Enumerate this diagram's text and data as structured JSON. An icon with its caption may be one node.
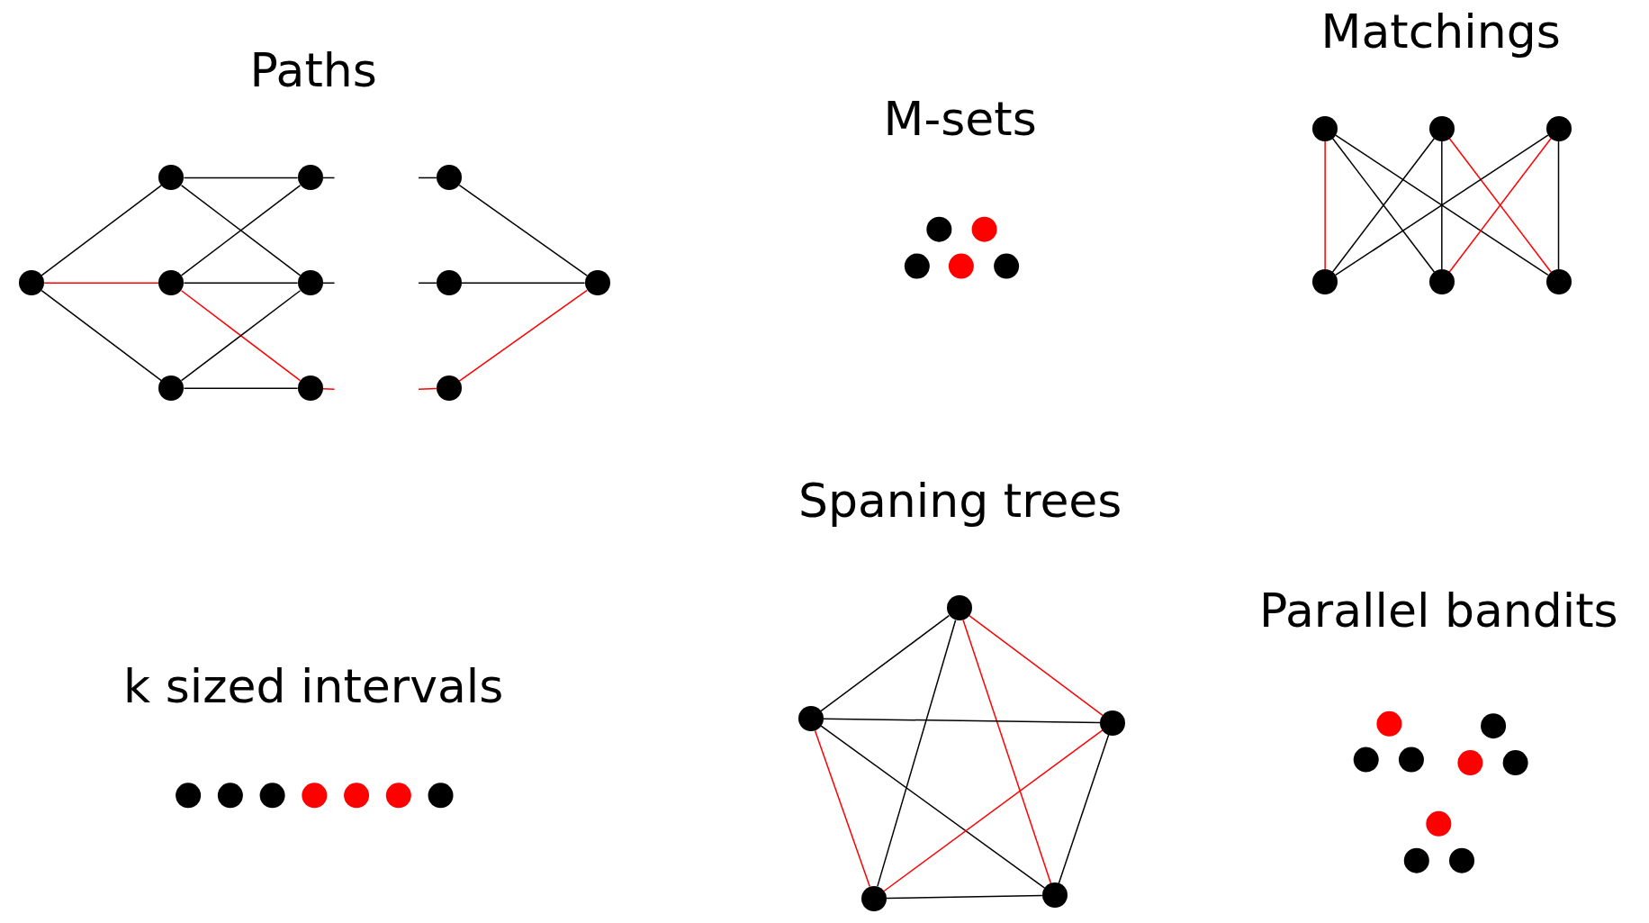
{
  "diagram": {
    "nodes": [
      {
        "text": [],
        "shape": "circle"
      },
      {
        "text": [],
        "shape": "circle"
      },
      {
        "text": [],
        "shape": "circle"
      },
      {
        "text": [],
        "shape": "circle"
      },
      {
        "text": [],
        "shape": "circle"
      },
      {
        "text": [],
        "shape": "circle"
      },
      {
        "text": [],
        "shape": "circle"
      },
      {
        "text": [],
        "shape": "circle"
      },
      {
        "text": [],
        "shape": "circle"
      },
      {
        "text": [],
        "shape": "circle"
      },
      {
        "text": [],
        "shape": "circle"
      },
      {
        "text": [],
        "shape": "circle"
      },
      {
        "text": [],
        "shape": "circle"
      },
      {
        "text": [],
        "shape": "circle"
      },
      {
        "text": [],
        "shape": "circle"
      },
      {
        "text": [],
        "shape": "circle"
      },
      {
        "text": [],
        "shape": "circle"
      },
      {
        "text": [],
        "shape": "circle"
      },
      {
        "text": [],
        "shape": "circle"
      },
      {
        "text": [],
        "shape": "circle"
      },
      {
        "text": [],
        "shape": "circle"
      },
      {
        "text": [],
        "shape": "circle"
      }
    ],
    "edges": [
      {
        "from": 0,
        "to": 1,
        "arrow": "none"
      },
      {
        "from": 0,
        "to": 2,
        "arrow": "none",
        "color": "#ff0000"
      },
      {
        "from": 0,
        "to": 3,
        "arrow": "none"
      },
      {
        "from": 1,
        "to": 4,
        "arrow": "none"
      },
      {
        "from": 1,
        "to": 5,
        "arrow": "none"
      },
      {
        "from": 2,
        "to": 4,
        "arrow": "none"
      },
      {
        "from": 2,
        "to": 5,
        "arrow": "none"
      },
      {
        "from": 2,
        "to": 6,
        "arrow": "none",
        "color": "#ff0000"
      },
      {
        "from": 3,
        "to": 5,
        "arrow": "none"
      },
      {
        "from": 3,
        "to": 6,
        "arrow": "none"
      },
      {
        "from": 4,
        "to": null,
        "arrow": "none"
      },
      {
        "from": 5,
        "to": null,
        "arrow": "none"
      },
      {
        "from": 6,
        "to": null,
        "arrow": "none",
        "color": "#ff0000"
      },
      {
        "from": null,
        "to": 7,
        "arrow": "none"
      },
      {
        "from": null,
        "to": 8,
        "arrow": "none"
      },
      {
        "from": null,
        "to": 9,
        "arrow": "none",
        "color": "#ff0000"
      },
      {
        "from": 7,
        "to": 10,
        "arrow": "none"
      },
      {
        "from": 8,
        "to": 10,
        "arrow": "none"
      },
      {
        "from": 9,
        "to": 10,
        "arrow": "none",
        "color": "#ff0000"
      },
      {
        "from": 11,
        "to": 14,
        "arrow": "none",
        "color": "#ff0000"
      },
      {
        "from": 11,
        "to": 15,
        "arrow": "none"
      },
      {
        "from": 11,
        "to": 16,
        "arrow": "none"
      },
      {
        "from": 12,
        "to": 14,
        "arrow": "none"
      },
      {
        "from": 12,
        "to": 15,
        "arrow": "none"
      },
      {
        "from": 12,
        "to": 16,
        "arrow": "none",
        "color": "#ff0000"
      },
      {
        "from": 13,
        "to": 14,
        "arrow": "none"
      },
      {
        "from": 13,
        "to": 15,
        "arrow": "none",
        "color": "#ff0000"
      },
      {
        "from": 13,
        "to": 16,
        "arrow": "none"
      },
      {
        "from": 17,
        "to": 18,
        "arrow": "none"
      },
      {
        "from": 17,
        "to": 19,
        "arrow": "none",
        "color": "#ff0000"
      },
      {
        "from": 17,
        "to": 20,
        "arrow": "none"
      },
      {
        "from": 17,
        "to": 21,
        "arrow": "none",
        "color": "#ff0000"
      },
      {
        "from": 18,
        "to": 19,
        "arrow": "none"
      },
      {
        "from": 18,
        "to": 20,
        "arrow": "none",
        "color": "#ff0000"
      },
      {
        "from": 18,
        "to": 21,
        "arrow": "none"
      },
      {
        "from": 19,
        "to": 20,
        "arrow": "none",
        "color": "#ff0000"
      },
      {
        "from": 19,
        "to": 21,
        "arrow": "none"
      },
      {
        "from": 20,
        "to": 21,
        "arrow": "none"
      }
    ],
    "labels": [
      "Paths",
      "M-sets",
      "Matchings",
      "k sized intervals",
      "Spaning trees",
      "Parallel bandits"
    ]
  }
}
